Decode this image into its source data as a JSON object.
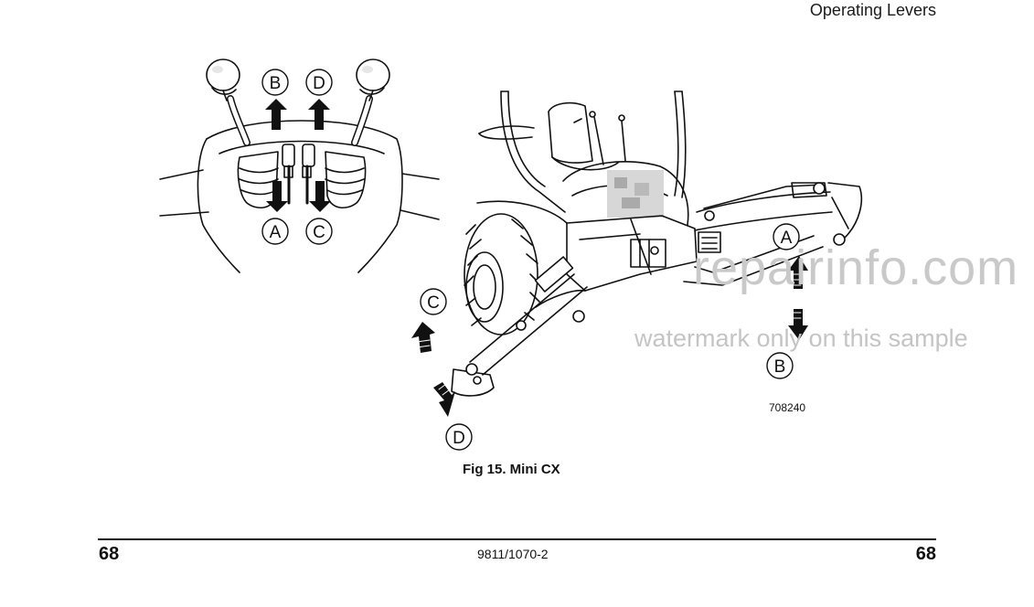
{
  "header": {
    "title": "Operating Levers"
  },
  "figure": {
    "caption": "Fig 15. Mini CX",
    "number": "708240",
    "controls_labels": {
      "a": "A",
      "b": "B",
      "c": "C",
      "d": "D"
    },
    "machine_labels": {
      "a": "A",
      "b": "B",
      "c": "C",
      "d": "D"
    }
  },
  "watermark": {
    "site": "repairinfo.com",
    "notice": "watermark only on this sample"
  },
  "footer": {
    "page_left": "68",
    "doc_code": "9811/1070-2",
    "page_right": "68"
  }
}
